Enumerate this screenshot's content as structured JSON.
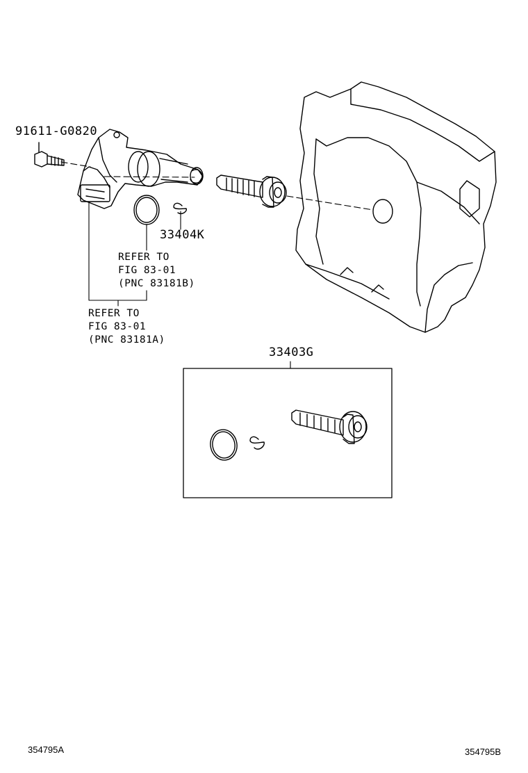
{
  "parts": {
    "bolt": "91611-G0820",
    "clip": "33404K",
    "kit": "33403G"
  },
  "refs": [
    {
      "line1": "REFER TO",
      "line2": "FIG 83-01",
      "line3": "(PNC 83181B)"
    },
    {
      "line1": "REFER TO",
      "line2": "FIG 83-01",
      "line3": "(PNC 83181A)"
    }
  ],
  "footer": {
    "left_code": "354795A",
    "right_code": "354795B"
  }
}
